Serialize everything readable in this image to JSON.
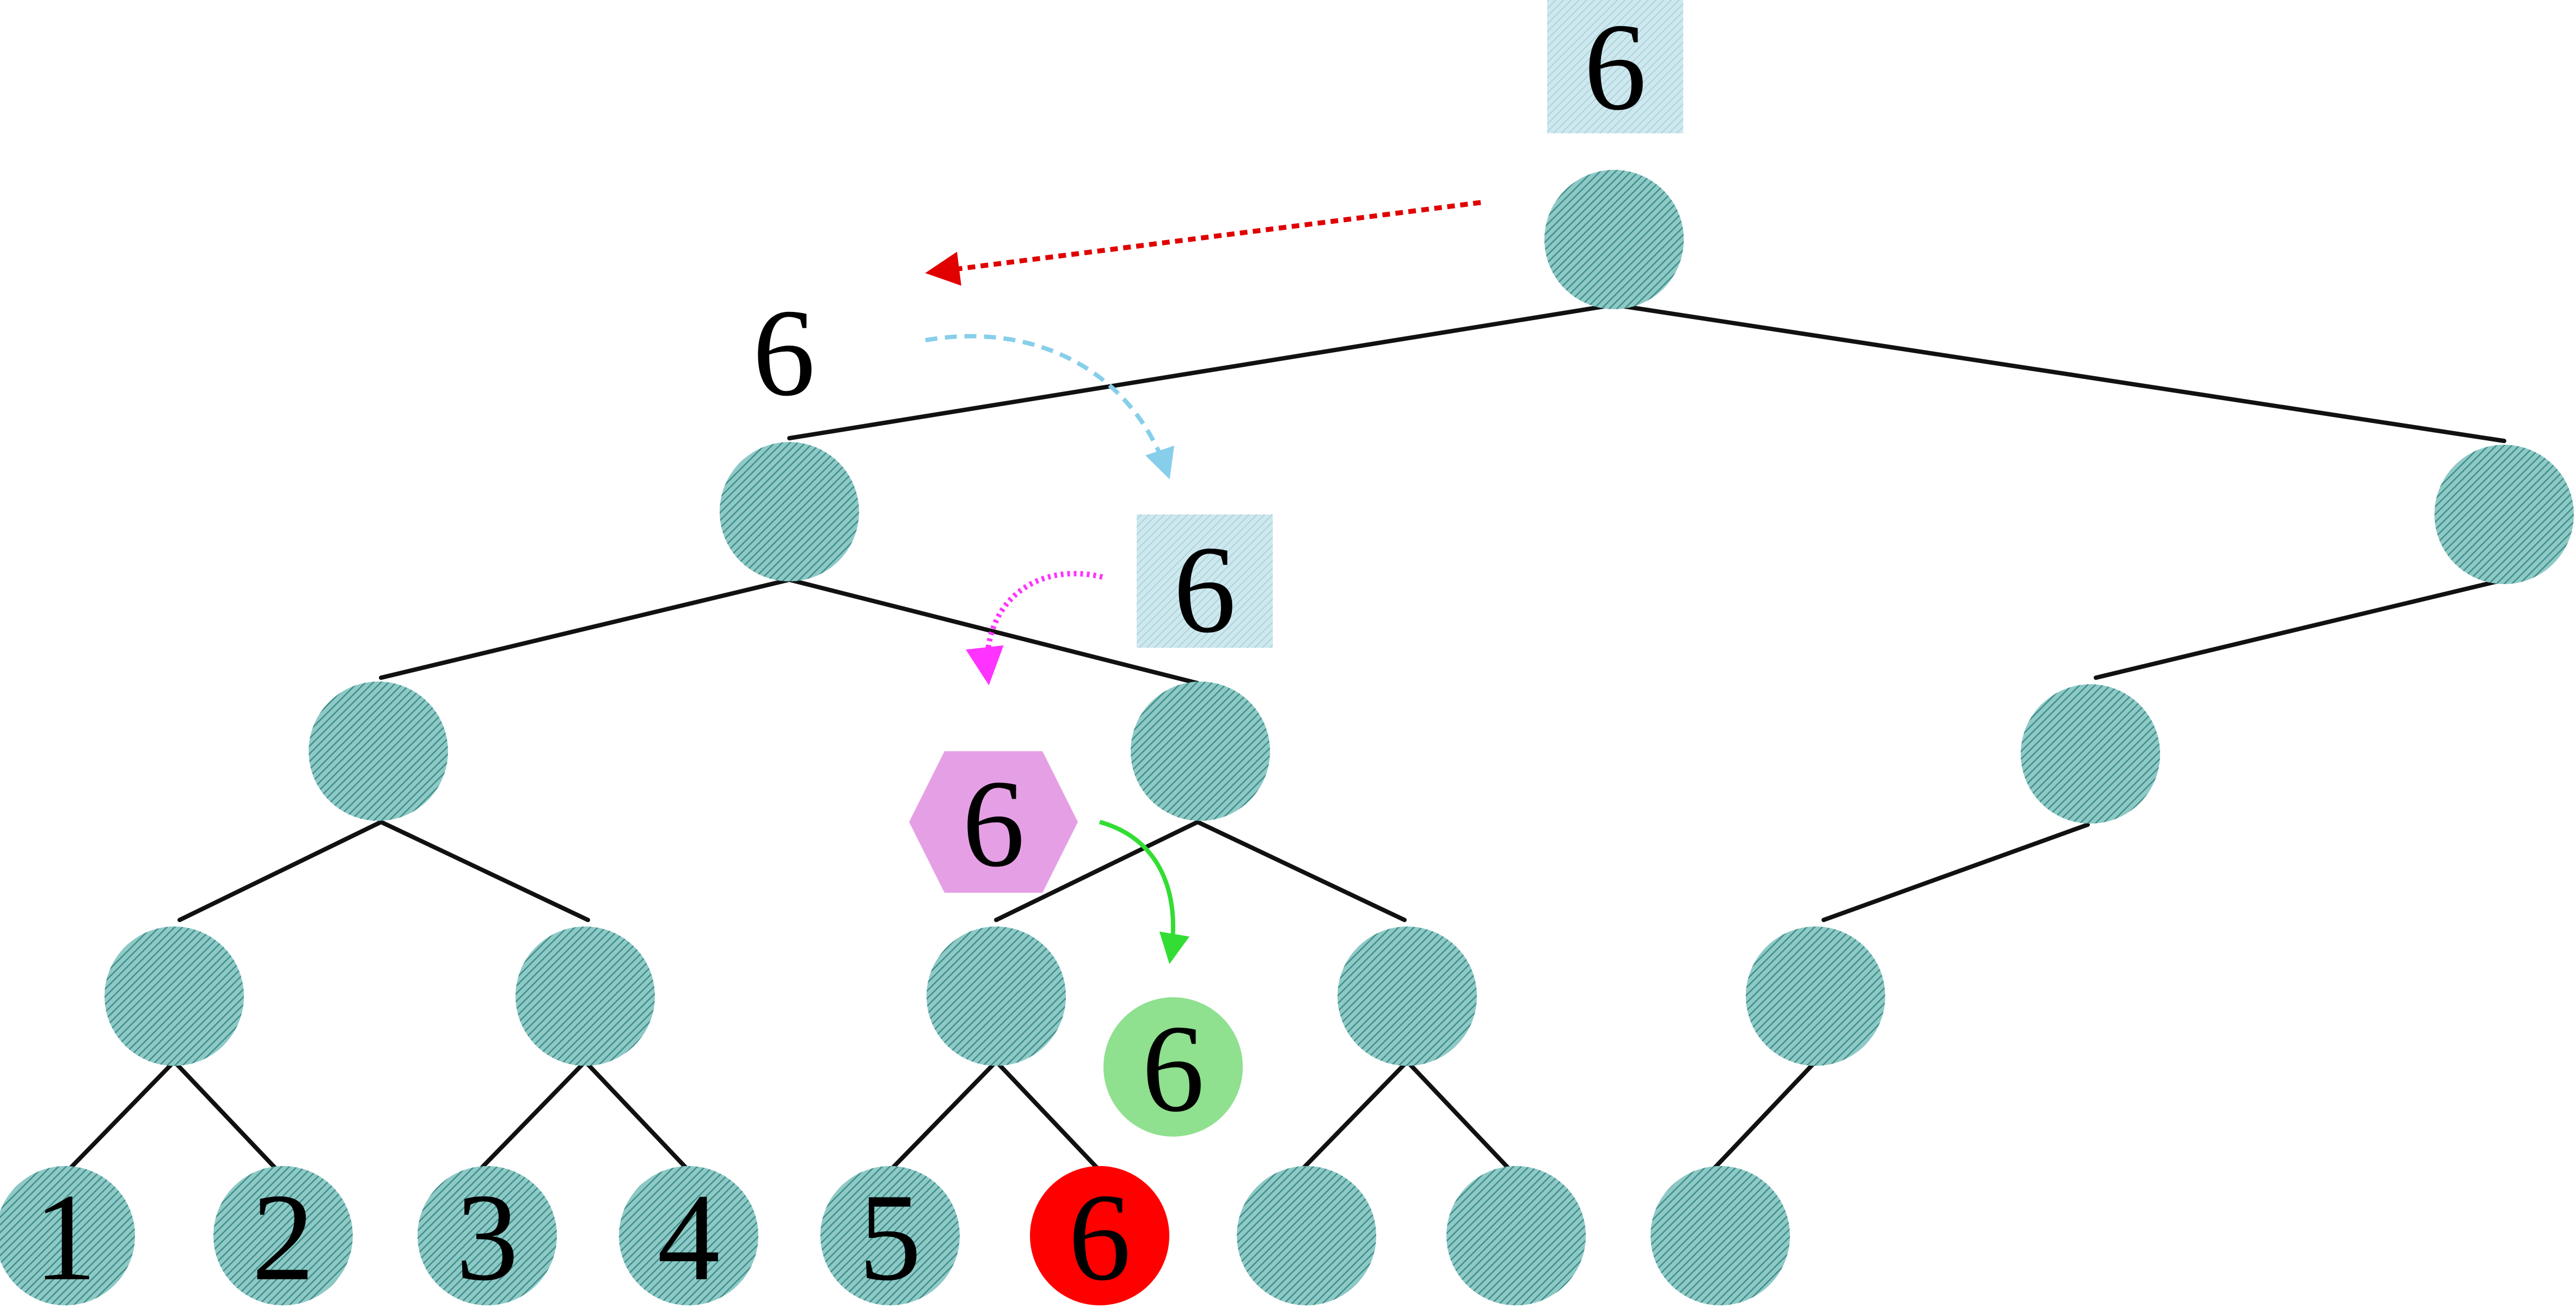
{
  "colors": {
    "node_fill": "#8ec9c6",
    "node_hatch": "#3f8f8b",
    "edge": "#111111",
    "target_leaf": "#ff0000",
    "label_box": "#bfe0e9",
    "hexagon": "#e08fe0",
    "green_circle": "#8fe08f",
    "arrow_red": "#e00000",
    "arrow_blue": "#87ceeb",
    "arrow_magenta": "#ff33ff",
    "arrow_green": "#33dd33"
  },
  "tree": {
    "leaves": [
      {
        "label": "1"
      },
      {
        "label": "2"
      },
      {
        "label": "3"
      },
      {
        "label": "4"
      },
      {
        "label": "5"
      },
      {
        "label": "6",
        "highlight": true
      },
      {
        "label": ""
      },
      {
        "label": ""
      },
      {
        "label": ""
      }
    ]
  },
  "query": {
    "root_box_label": "6",
    "level1_label": "6",
    "level2_box_label": "6",
    "hexagon_label": "6",
    "green_circle_label": "6"
  }
}
